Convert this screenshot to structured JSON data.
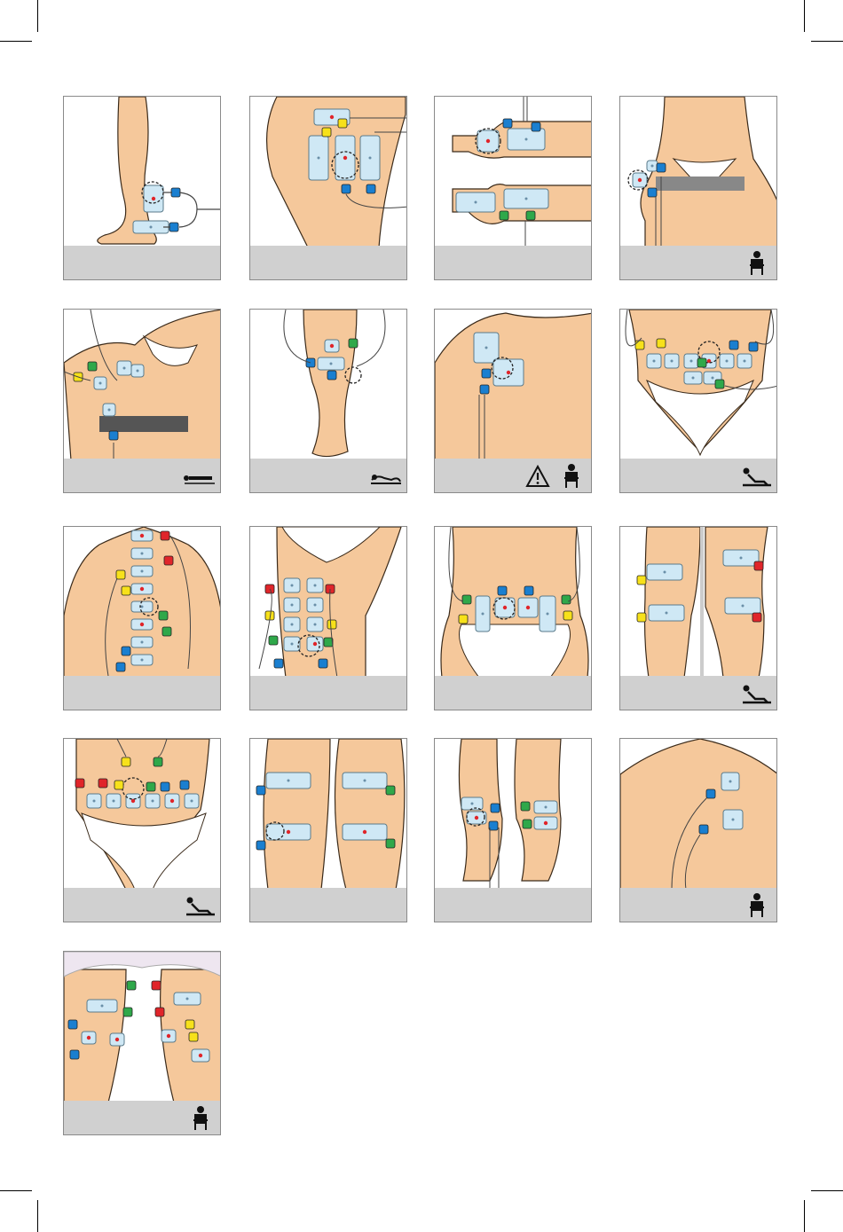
{
  "page": {
    "colors": {
      "skin": "#f5c89b",
      "skin_dark": "#e8a878",
      "outline": "#3a2a1a",
      "pad": "#cfe8f5",
      "pad_border": "#5a7a8a",
      "bar": "#d0d0d0",
      "lead_blue": "#1a7fd0",
      "lead_yellow": "#f7e11a",
      "lead_green": "#2fa84a",
      "lead_red": "#e0252a",
      "dot": "#e0252a"
    }
  },
  "cards": [
    {
      "id": "ankle",
      "icon": ""
    },
    {
      "id": "gluteus",
      "icon": ""
    },
    {
      "id": "hand-wrist",
      "icon": ""
    },
    {
      "id": "groin",
      "icon": "seated-person-icon"
    },
    {
      "id": "hip-side",
      "icon": "lying-side-icon"
    },
    {
      "id": "knee-back",
      "icon": "lying-prone-icon"
    },
    {
      "id": "chest-shoulder",
      "icon": "seated-person-icon",
      "warning": true
    },
    {
      "id": "abdomen",
      "icon": "reclined-person-icon"
    },
    {
      "id": "spine",
      "icon": ""
    },
    {
      "id": "thigh-front",
      "icon": ""
    },
    {
      "id": "lower-back",
      "icon": ""
    },
    {
      "id": "legs-side",
      "icon": "reclined-person-icon"
    },
    {
      "id": "lower-abdomen",
      "icon": "reclined-person-icon"
    },
    {
      "id": "thighs-back",
      "icon": ""
    },
    {
      "id": "calves",
      "icon": ""
    },
    {
      "id": "upper-back",
      "icon": "seated-person-icon"
    },
    {
      "id": "thighs-inner",
      "icon": "seated-person-icon"
    }
  ]
}
